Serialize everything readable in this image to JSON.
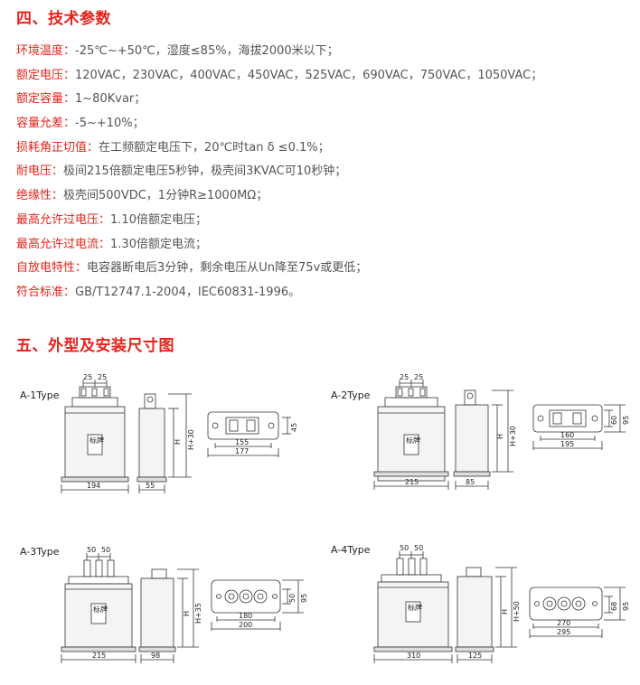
{
  "section4_title": "四、技术参数",
  "specs": [
    {
      "label": "环境温度：",
      "value": "-25℃~+50℃，湿度≤85%，海拔2000米以下；"
    },
    {
      "label": "额定电压：",
      "value": "120VAC，230VAC，400VAC，450VAC，525VAC，690VAC，750VAC，1050VAC；"
    },
    {
      "label": "额定容量：",
      "value": "1~80Kvar；"
    },
    {
      "label": "容量允差：",
      "value": "-5~+10%；"
    },
    {
      "label": "损耗角正切值：",
      "value": "在工频额定电压下，20℃时tan δ ≤0.1%；"
    },
    {
      "label": "耐电压：",
      "value": "极间215倍额定电压5秒钟，极壳间3KVAC可10秒钟；"
    },
    {
      "label": "绝缘性：",
      "value": "极壳间500VDC，1分钟R≥1000MΩ；"
    },
    {
      "label": "最高允许过电压：",
      "value": "1.10倍额定电压；"
    },
    {
      "label": "最高允许过电流：",
      "value": "1.30倍额定电流；"
    },
    {
      "label": "自放电特性：",
      "value": "电容器断电后3分钟，剩余电压从Un降至75v或更低；"
    },
    {
      "label": "符合标准：",
      "value": "GB/T12747.1-2004，IEC60831-1996。"
    }
  ],
  "section5_title": "五、外型及安装尺寸图",
  "nameplate_text": "标牌",
  "drawings": {
    "a1": {
      "label": "A-1Type",
      "spacing": [
        "25",
        "25"
      ],
      "width": "194",
      "depth": "55",
      "h": "H",
      "hh": "H+30",
      "top_inner": "155",
      "top_outer": "177",
      "side_small": "45"
    },
    "a2": {
      "label": "A-2Type",
      "spacing": [
        "25",
        "25"
      ],
      "width": "215",
      "depth": "85",
      "h": "H",
      "hh": "H+30",
      "top_inner": "160",
      "top_outer": "195",
      "side_small": "60",
      "side_big": "95"
    },
    "a3": {
      "label": "A-3Type",
      "spacing": [
        "50",
        "50"
      ],
      "width": "215",
      "depth": "98",
      "h": "H",
      "hh": "H+35",
      "top_inner": "180",
      "top_outer": "200",
      "side_small": "50",
      "side_big": "95"
    },
    "a4": {
      "label": "A-4Type",
      "spacing": [
        "50",
        "50"
      ],
      "width": "310",
      "depth": "125",
      "h": "H",
      "hh": "H+50",
      "top_inner": "270",
      "top_outer": "295",
      "side_small": "68",
      "side_big": "95"
    }
  }
}
